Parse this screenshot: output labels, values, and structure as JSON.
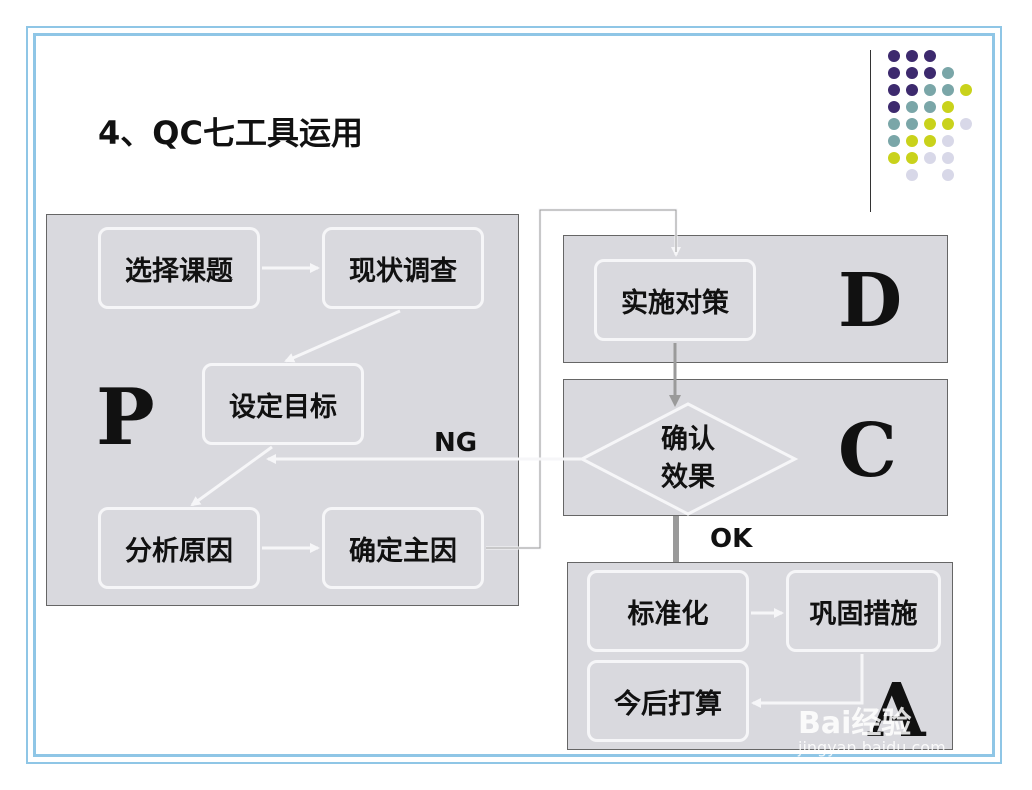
{
  "title": "4、QC七工具运用",
  "colors": {
    "frame": "#8fc6e6",
    "panel": "#d9d9de",
    "box_border": "#f6f6f8",
    "arrow": "#f6f6f8",
    "gray_arrow": "#9a9a9a"
  },
  "dot_colors": {
    "purple": "#3d2a6e",
    "teal": "#7aa6a8",
    "lime": "#c9d21b",
    "light": "#d8d8e8"
  },
  "p_section": {
    "letter": "P",
    "boxes": [
      "选择课题",
      "现状调查",
      "设定目标",
      "分析原因",
      "确定主因"
    ]
  },
  "d_section": {
    "letter": "D",
    "box": "实施对策"
  },
  "c_section": {
    "letter": "C",
    "decision_line1": "确认",
    "decision_line2": "效果"
  },
  "a_section": {
    "letter": "A",
    "boxes": [
      "标准化",
      "巩固措施",
      "今后打算"
    ]
  },
  "labels": {
    "ng": "NG",
    "ok": "OK"
  },
  "watermark": {
    "brand": "Bai经验",
    "url": "jingyan.baidu.com"
  }
}
